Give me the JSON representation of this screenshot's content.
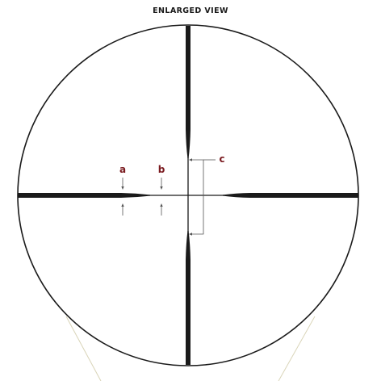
{
  "title": "ENLARGED VIEW",
  "markers": {
    "a": {
      "label": "a"
    },
    "b": {
      "label": "b"
    },
    "c": {
      "label": "c"
    }
  },
  "colors": {
    "reticle": "#1a1a1a",
    "label": "#7a1a1f",
    "pointer": "#555555",
    "tube_lines": "#d9d4b8"
  }
}
